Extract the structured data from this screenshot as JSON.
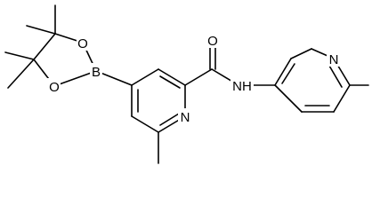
{
  "structure": {
    "atom_labels": {
      "boron": "B",
      "ester_oxygen_top": "O",
      "ester_oxygen_bottom": "O",
      "pyridine_nitrogen_left": "N",
      "carbonyl_oxygen": "O",
      "amide_nh": "NH",
      "pyridine_nitrogen_right": "N"
    },
    "colors": {
      "bond": "#000000",
      "label": "#000000",
      "background": "#ffffff"
    }
  }
}
